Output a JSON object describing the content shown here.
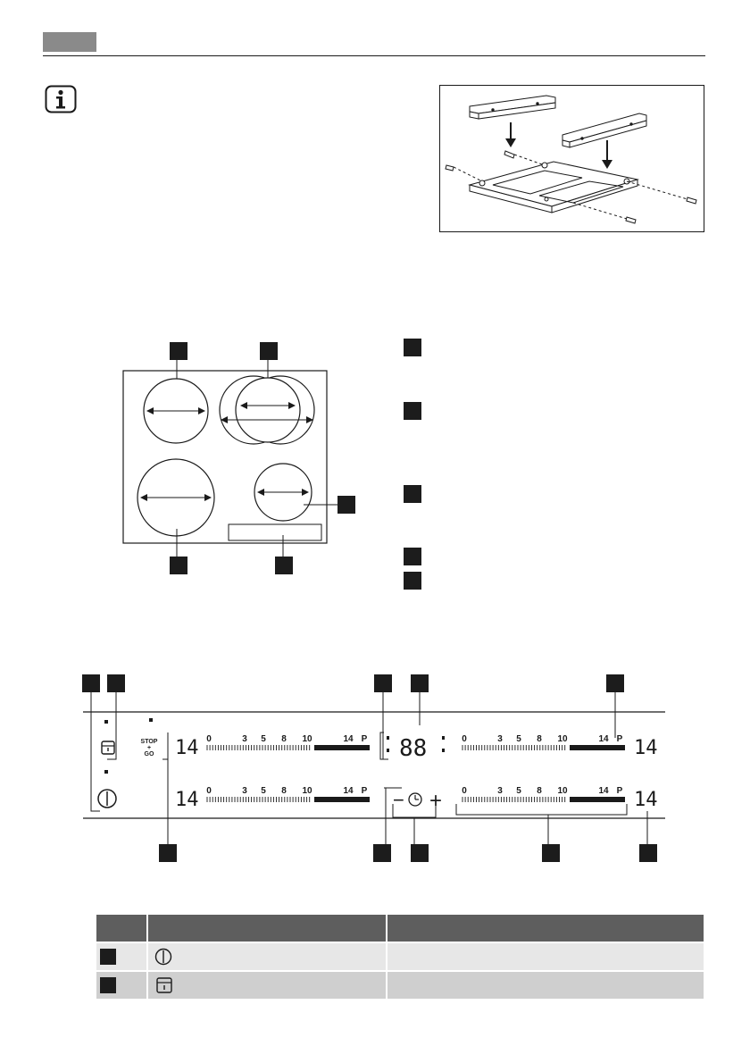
{
  "control_panel": {
    "displays": {
      "top_left": "14",
      "bottom_left": "14",
      "timer": "88",
      "top_right": "14",
      "bottom_right": "14"
    },
    "stop_go": {
      "stop": "STOP",
      "plus": "+",
      "go": "GO"
    },
    "scale_labels": [
      "0",
      "3",
      "5",
      "8",
      "10",
      "14",
      "P"
    ],
    "timer_minus": "−",
    "timer_plus": "+"
  },
  "icons": {
    "info": "info-icon",
    "power": "power-icon",
    "lock": "lock-icon",
    "timer": "clock-icon"
  }
}
